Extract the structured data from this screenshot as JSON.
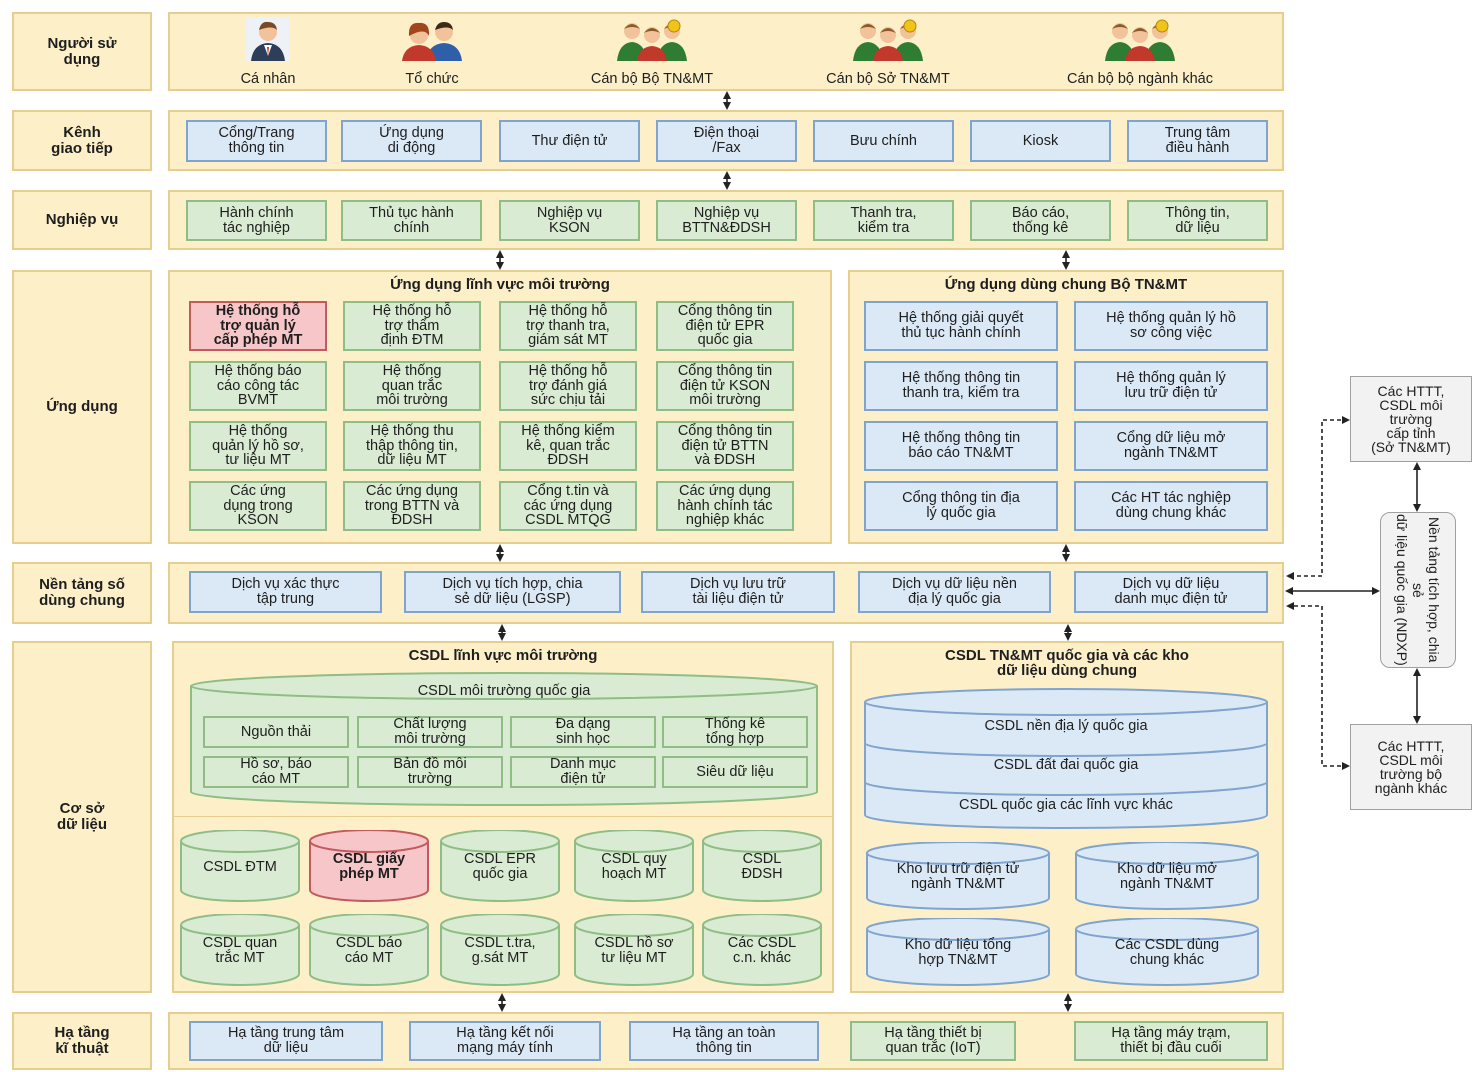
{
  "rows": {
    "users": "Người sử\ndụng",
    "channels": "Kênh\ngiao tiếp",
    "business": "Nghiệp vụ",
    "apps": "Ứng dụng",
    "platform": "Nền tảng số\ndùng chung",
    "db": "Cơ sở\ndữ liệu",
    "infra": "Hạ tầng\nkĩ thuật"
  },
  "users": [
    {
      "label": "Cá nhân",
      "icon": "person-icon"
    },
    {
      "label": "Tổ chức",
      "icon": "organization-icon"
    },
    {
      "label": "Cán bộ Bộ TN&MT",
      "icon": "group-icon"
    },
    {
      "label": "Cán bộ Sở TN&MT",
      "icon": "group-icon"
    },
    {
      "label": "Cán bộ bộ ngành khác",
      "icon": "group-icon"
    }
  ],
  "channels": [
    "Cổng/Trang\nthông tin",
    "Ứng dụng\ndi động",
    "Thư điện tử",
    "Điện thoại\n/Fax",
    "Bưu chính",
    "Kiosk",
    "Trung tâm\nđiều hành"
  ],
  "business": [
    "Hành chính\ntác nghiệp",
    "Thủ tục hành\nchính",
    "Nghiệp vụ\nKSON",
    "Nghiệp vụ\nBTTN&ĐDSH",
    "Thanh tra,\nkiểm tra",
    "Báo cáo,\nthống kê",
    "Thông tin,\ndữ liệu"
  ],
  "env_apps": {
    "title": "Ứng dụng lĩnh vực môi trường",
    "items": [
      "Hệ thống hỗ\ntrợ quản lý\ncấp phép MT",
      "Hệ thống hỗ\ntrợ thẩm\nđịnh ĐTM",
      "Hệ thống hỗ\ntrợ thanh tra,\ngiám sát MT",
      "Cổng thông tin\nđiện tử EPR\nquốc gia",
      "Hệ thống báo\ncáo công tác\nBVMT",
      "Hệ thống\nquan trắc\nmôi trường",
      "Hệ thống hỗ\ntrợ đánh giá\nsức chịu tải",
      "Cổng thông tin\nđiện tử KSON\nmôi trường",
      "Hệ thống\nquản lý hồ sơ,\ntư liệu MT",
      "Hệ thống thu\nthập thông tin,\ndữ liệu MT",
      "Hệ thống kiểm\nkê, quan trắc\nĐDSH",
      "Cổng thông tin\nđiện tử BTTN\nvà ĐDSH",
      "Các ứng\ndụng trong\nKSON",
      "Các ứng dụng\ntrong BTTN và\nĐDSH",
      "Cổng t.tin và\ncác ứng dụng\nCSDL MTQG",
      "Các ứng dụng\nhành chính tác\nnghiệp khác"
    ]
  },
  "shared_apps": {
    "title": "Ứng dụng dùng chung Bộ TN&MT",
    "items": [
      "Hệ thống giải quyết\nthủ tục hành chính",
      "Hệ thống quản lý hồ\nsơ công việc",
      "Hệ thống thông tin\nthanh tra, kiểm tra",
      "Hệ thống quản lý\nlưu trữ điện tử",
      "Hệ thống thông tin\nbáo cáo TN&MT",
      "Cổng dữ liệu mở\nngành TN&MT",
      "Cổng thông tin địa\nlý quốc gia",
      "Các HT tác nghiệp\ndùng chung khác"
    ]
  },
  "platform": [
    "Dịch vụ xác thực\ntập trung",
    "Dịch vụ tích hợp, chia\nsẻ dữ liệu (LGSP)",
    "Dịch vụ lưu trữ\ntài liệu điện tử",
    "Dịch vụ dữ liệu nền\nđịa lý quốc gia",
    "Dịch vụ dữ liệu\ndanh mục điện tử"
  ],
  "env_db": {
    "title": "CSDL lĩnh vực môi trường",
    "national": "CSDL môi trường quốc gia",
    "grid": [
      "Nguồn thải",
      "Chất lượng\nmôi trường",
      "Đa dạng\nsinh học",
      "Thống kê\ntổng hợp",
      "Hồ sơ, báo\ncáo MT",
      "Bản đồ môi\ntrường",
      "Danh mục\nđiện tử",
      "Siêu dữ liệu"
    ],
    "cylinders": [
      "CSDL ĐTM",
      "CSDL giấy\nphép MT",
      "CSDL EPR\nquốc gia",
      "CSDL quy\nhoạch MT",
      "CSDL\nĐDSH",
      "CSDL quan\ntrắc MT",
      "CSDL báo\ncáo MT",
      "CSDL t.tra,\ng.sát MT",
      "CSDL hồ sơ\ntư liệu MT",
      "Các CSDL\nc.n. khác"
    ]
  },
  "national_db": {
    "title": "CSDL TN&MT quốc gia và các kho\ndữ liệu dùng chung",
    "stack": [
      "CSDL nền địa lý quốc gia",
      "CSDL đất đai quốc gia",
      "CSDL quốc gia các lĩnh vực khác"
    ],
    "stores": [
      "Kho lưu trữ điện tử\nngành TN&MT",
      "Kho dữ liệu mở\nngành TN&MT",
      "Kho dữ liệu tổng\nhợp TN&MT",
      "Các CSDL dùng\nchung khác"
    ]
  },
  "infra": [
    "Hạ tầng trung tâm\ndữ liệu",
    "Hạ tầng kết nối\nmạng máy tính",
    "Hạ tầng an toàn\nthông tin",
    "Hạ tầng thiết bị\nquan trắc (IoT)",
    "Hạ tầng máy trạm,\nthiết bị đầu cuối"
  ],
  "external": {
    "provincial": "Các HTTT,\nCSDL môi\ntrường\ncấp tỉnh\n(Sở TN&MT)",
    "ndxp": "Nền tảng tích hợp, chia sẻ\ndữ liệu quốc gia (NDXP)",
    "ministries": "Các HTTT,\nCSDL môi\ntrường bộ\nngành khác"
  },
  "colors": {
    "band_fill": "#fdf0c9",
    "band_border": "#e6cf8e",
    "blue_fill": "#dbe8f6",
    "blue_border": "#7fa5cf",
    "green_fill": "#d9ebd3",
    "green_border": "#8fbd85",
    "highlight_fill": "#f6c6c8",
    "highlight_border": "#c55a5e"
  }
}
